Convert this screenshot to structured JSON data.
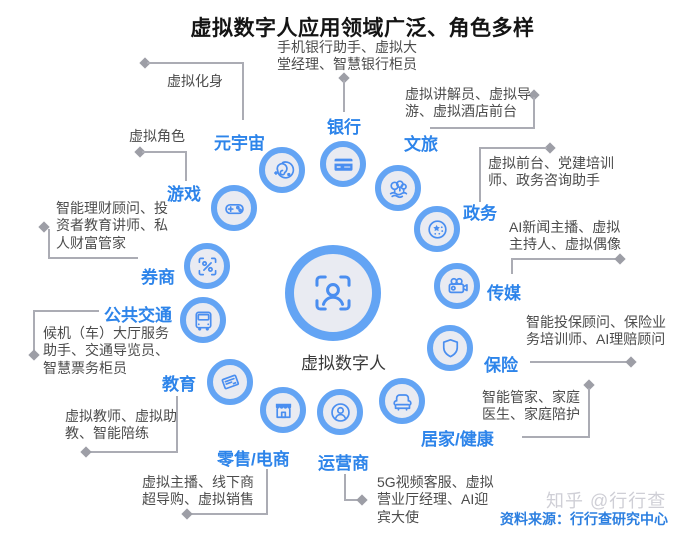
{
  "title": "虚拟数字人应用领域广泛、角色多样",
  "center": {
    "label": "虚拟数字人"
  },
  "sectors": [
    {
      "id": "metaverse",
      "label": "元宇宙",
      "roles": "虚拟化身"
    },
    {
      "id": "bank",
      "label": "银行",
      "roles": "手机银行助手、虚拟大\n堂经理、智慧银行柜员"
    },
    {
      "id": "culture",
      "label": "文旅",
      "roles": "虚拟讲解员、虚拟导\n游、虚拟酒店前台"
    },
    {
      "id": "government",
      "label": "政务",
      "roles": "虚拟前台、党建培训\n师、政务咨询助手"
    },
    {
      "id": "media",
      "label": "传媒",
      "roles": "AI新闻主播、虚拟\n主持人、虚拟偶像"
    },
    {
      "id": "insurance",
      "label": "保险",
      "roles": "智能投保顾问、保险业\n务培训师、AI理赔顾问",
      "glyph": "保"
    },
    {
      "id": "home",
      "label": "居家/健康",
      "roles": "智能管家、家庭\n医生、家庭陪护"
    },
    {
      "id": "operator",
      "label": "运营商",
      "roles": "5G视频客服、虚拟\n营业厅经理、AI迎\n宾大使"
    },
    {
      "id": "retail",
      "label": "零售/电商",
      "roles": "虚拟主播、线下商\n超导购、虚拟销售"
    },
    {
      "id": "education",
      "label": "教育",
      "roles": "虚拟教师、虚拟助\n教、智能陪练"
    },
    {
      "id": "transport",
      "label": "公共交通",
      "roles": "候机（车）大厅服务\n助手、交通导览员、\n智慧票务柜员"
    },
    {
      "id": "securities",
      "label": "券商",
      "roles": "智能理财顾问、投\n资者教育讲师、私\n人财富管家"
    },
    {
      "id": "game",
      "label": "游戏",
      "roles": "虚拟角色"
    }
  ],
  "footer": {
    "watermark": "知乎 @行行查",
    "source": "资料来源：行行查研究中心"
  },
  "colors": {
    "ring": "#63a4f4",
    "node_fill": "#e9ebf2",
    "icon_stroke": "#4a8ef0",
    "label_blue": "#2d84ea",
    "annotation_gray": "#4c4c4c",
    "connector_gray": "#abacb4",
    "source_blue": "#2c7fe0"
  }
}
